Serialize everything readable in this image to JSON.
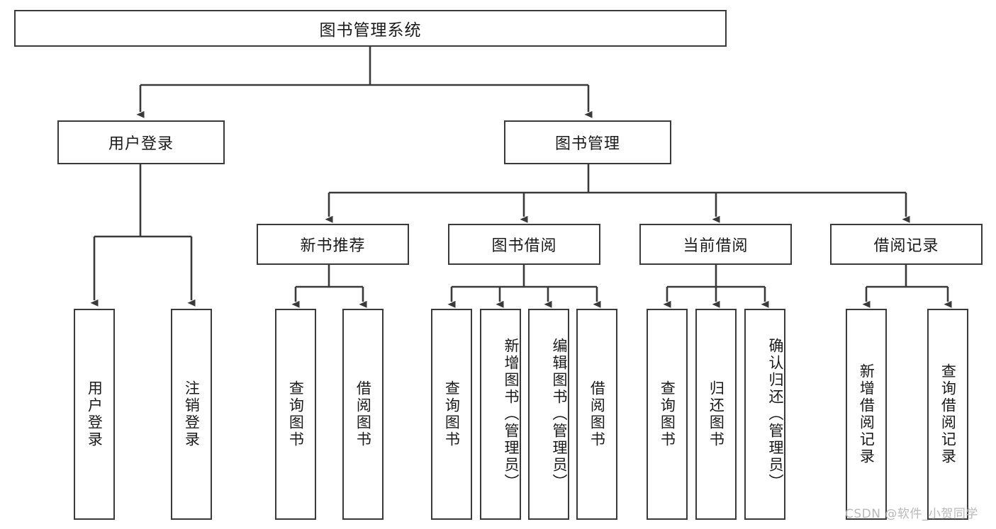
{
  "diagram": {
    "type": "tree-hierarchy-chart",
    "title": "图书管理系统",
    "watermark": "CSDN @软件_小贺同学",
    "colors": {
      "box_border": "#3a3a3a",
      "box_fill": "#ffffff",
      "connector": "#3a3a3a",
      "text": "#1a1a1a",
      "watermark": "#b9b9b9",
      "background": "#ffffff"
    },
    "root": {
      "label": "图书管理系统"
    },
    "level1": [
      {
        "id": "user-login",
        "label": "用户登录"
      },
      {
        "id": "book-manage",
        "label": "图书管理"
      }
    ],
    "level2": [
      {
        "id": "new-book-recommend",
        "label": "新书推荐",
        "parent": "book-manage"
      },
      {
        "id": "book-borrow",
        "label": "图书借阅",
        "parent": "book-manage"
      },
      {
        "id": "current-borrow",
        "label": "当前借阅",
        "parent": "book-manage"
      },
      {
        "id": "borrow-record",
        "label": "借阅记录",
        "parent": "book-manage"
      }
    ],
    "leaves": {
      "user-login": [
        {
          "id": "leaf-user-login",
          "label": "用户登录"
        },
        {
          "id": "leaf-user-logout",
          "label": "注销登录"
        }
      ],
      "new-book-recommend": [
        {
          "id": "leaf-query-book-1",
          "label": "查询图书"
        },
        {
          "id": "leaf-borrow-book-1",
          "label": "借阅图书"
        }
      ],
      "book-borrow": [
        {
          "id": "leaf-query-book-2",
          "label": "查询图书"
        },
        {
          "id": "leaf-add-book",
          "label": "新增图书（管理员）"
        },
        {
          "id": "leaf-edit-book",
          "label": "编辑图书（管理员）"
        },
        {
          "id": "leaf-borrow-book-2",
          "label": "借阅图书"
        }
      ],
      "current-borrow": [
        {
          "id": "leaf-query-book-3",
          "label": "查询图书"
        },
        {
          "id": "leaf-return-book",
          "label": "归还图书"
        },
        {
          "id": "leaf-confirm-return",
          "label": "确认归还（管理员）"
        }
      ],
      "borrow-record": [
        {
          "id": "leaf-add-record",
          "label": "新增借阅记录"
        },
        {
          "id": "leaf-query-record",
          "label": "查询借阅记录"
        }
      ]
    }
  }
}
